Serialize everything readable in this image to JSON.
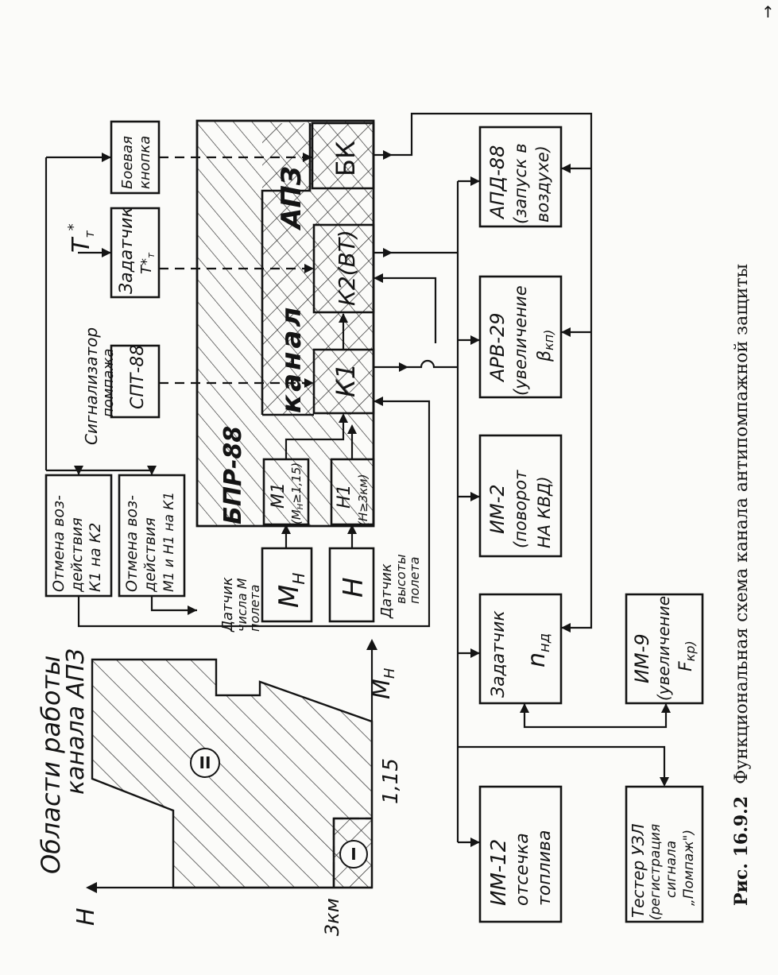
{
  "page_corner_mark": "↑",
  "caption": {
    "prefix": "Рис. 16.9.2",
    "text": "Функциональная схема канала антипомпажной защиты"
  },
  "chart": {
    "title_line1": "Области работы",
    "title_line2": "канала АПЗ",
    "y_axis_label": "H",
    "x_axis_label": "M",
    "x_axis_label_sub": "H",
    "tick_x": "1,15",
    "tick_y": "3км",
    "region_1": "I",
    "region_2": "II"
  },
  "boxes": {
    "im12": [
      "ИМ-12",
      "отсечка",
      "топлива"
    ],
    "tester": [
      "Тестер УЗЛ",
      "(регистрация",
      "сигнала",
      "„Помпаж\")"
    ],
    "zadatchik_nnd": [
      "Задатчик",
      "n"
    ],
    "zadatchik_nnd_sub": "нд",
    "im9": [
      "ИМ-9",
      "(увеличение",
      "F"
    ],
    "im9_sub": "кр)",
    "im2": [
      "ИМ-2",
      "(поворот",
      "НА КВД)"
    ],
    "arv29": [
      "АРВ-29",
      "(увеличение",
      "β"
    ],
    "arv29_sub": "кп)",
    "apd88": [
      "АПД-88",
      "(запуск в",
      "воздухе)"
    ],
    "otmena_m1h1": [
      "Отмена воз-",
      "действия",
      "М1 и Н1 на К1"
    ],
    "otmena_k1": [
      "Отмена воз-",
      "действия",
      "К1 на К2"
    ],
    "mn": [
      "M"
    ],
    "mn_sub": "H",
    "h": [
      "H"
    ],
    "spt88": [
      "СПТ-88"
    ],
    "zadatchik_tt": [
      "Задатчик",
      "T*"
    ],
    "zadatchik_tt_sub": "т",
    "boevaya": [
      "Боевая",
      "кнопка"
    ],
    "bpr88": [
      "БПР-88"
    ],
    "m1": [
      "М1",
      "(M"
    ],
    "m1_tail": "≥1,15)",
    "h1": [
      "Н1",
      "(Н≥3км)"
    ],
    "k1": [
      "К1"
    ],
    "k2": [
      "К2(ВТ)"
    ],
    "bk": [
      "БК"
    ],
    "kanal": "канал",
    "apz": "АПЗ"
  },
  "labels": {
    "datchik_m": [
      "Датчик",
      "числа М",
      "полета"
    ],
    "datchik_h": [
      "Датчик",
      "высоты",
      "полета"
    ],
    "signalizator": [
      "Сигнализатор",
      "помпажа"
    ],
    "tt_input": "T",
    "tt_input_sub": "т",
    "tt_input_sup": "*"
  }
}
